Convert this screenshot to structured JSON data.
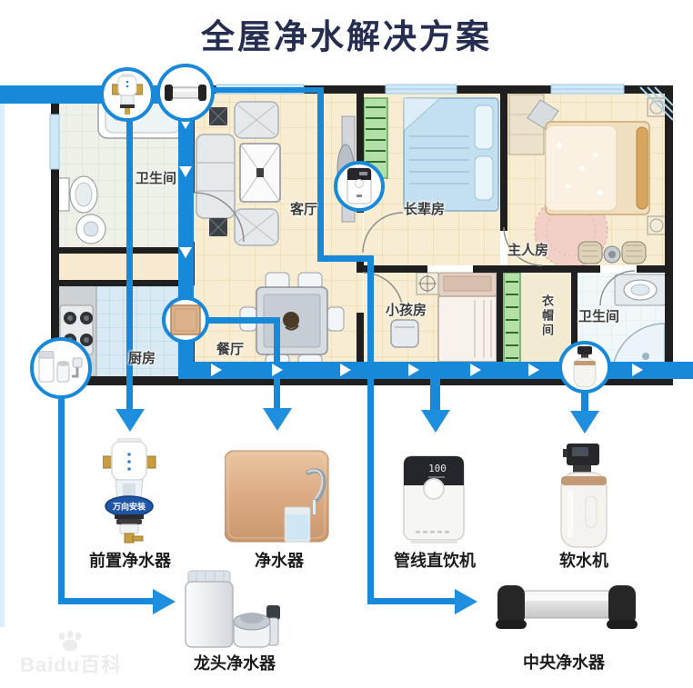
{
  "title": "全屋净水解决方案",
  "rooms": {
    "bathroom1": "卫生间",
    "living": "客厅",
    "dining": "餐厅",
    "kitchen": "厨房",
    "elders": "长辈房",
    "master": "主人房",
    "kids": "小孩房",
    "cloak": "衣帽间",
    "bathroom2": "卫生间"
  },
  "products": {
    "prefilter": {
      "label": "前置净水器",
      "badge": "万向安装"
    },
    "purifier": {
      "label": "净水器"
    },
    "pipeline": {
      "label": "管线直饮机",
      "display": "100"
    },
    "softener": {
      "label": "软水机"
    },
    "faucet": {
      "label": "龙头净水器"
    },
    "central": {
      "label": "中央净水器"
    }
  },
  "watermark": "Baidu百科",
  "colors": {
    "pipe_blue": "#1888d9",
    "arrow_blue": "#1e8ede",
    "title_navy": "#252e50",
    "wall_black": "#1f1f1f",
    "floor_beige": "#f8edd3"
  }
}
